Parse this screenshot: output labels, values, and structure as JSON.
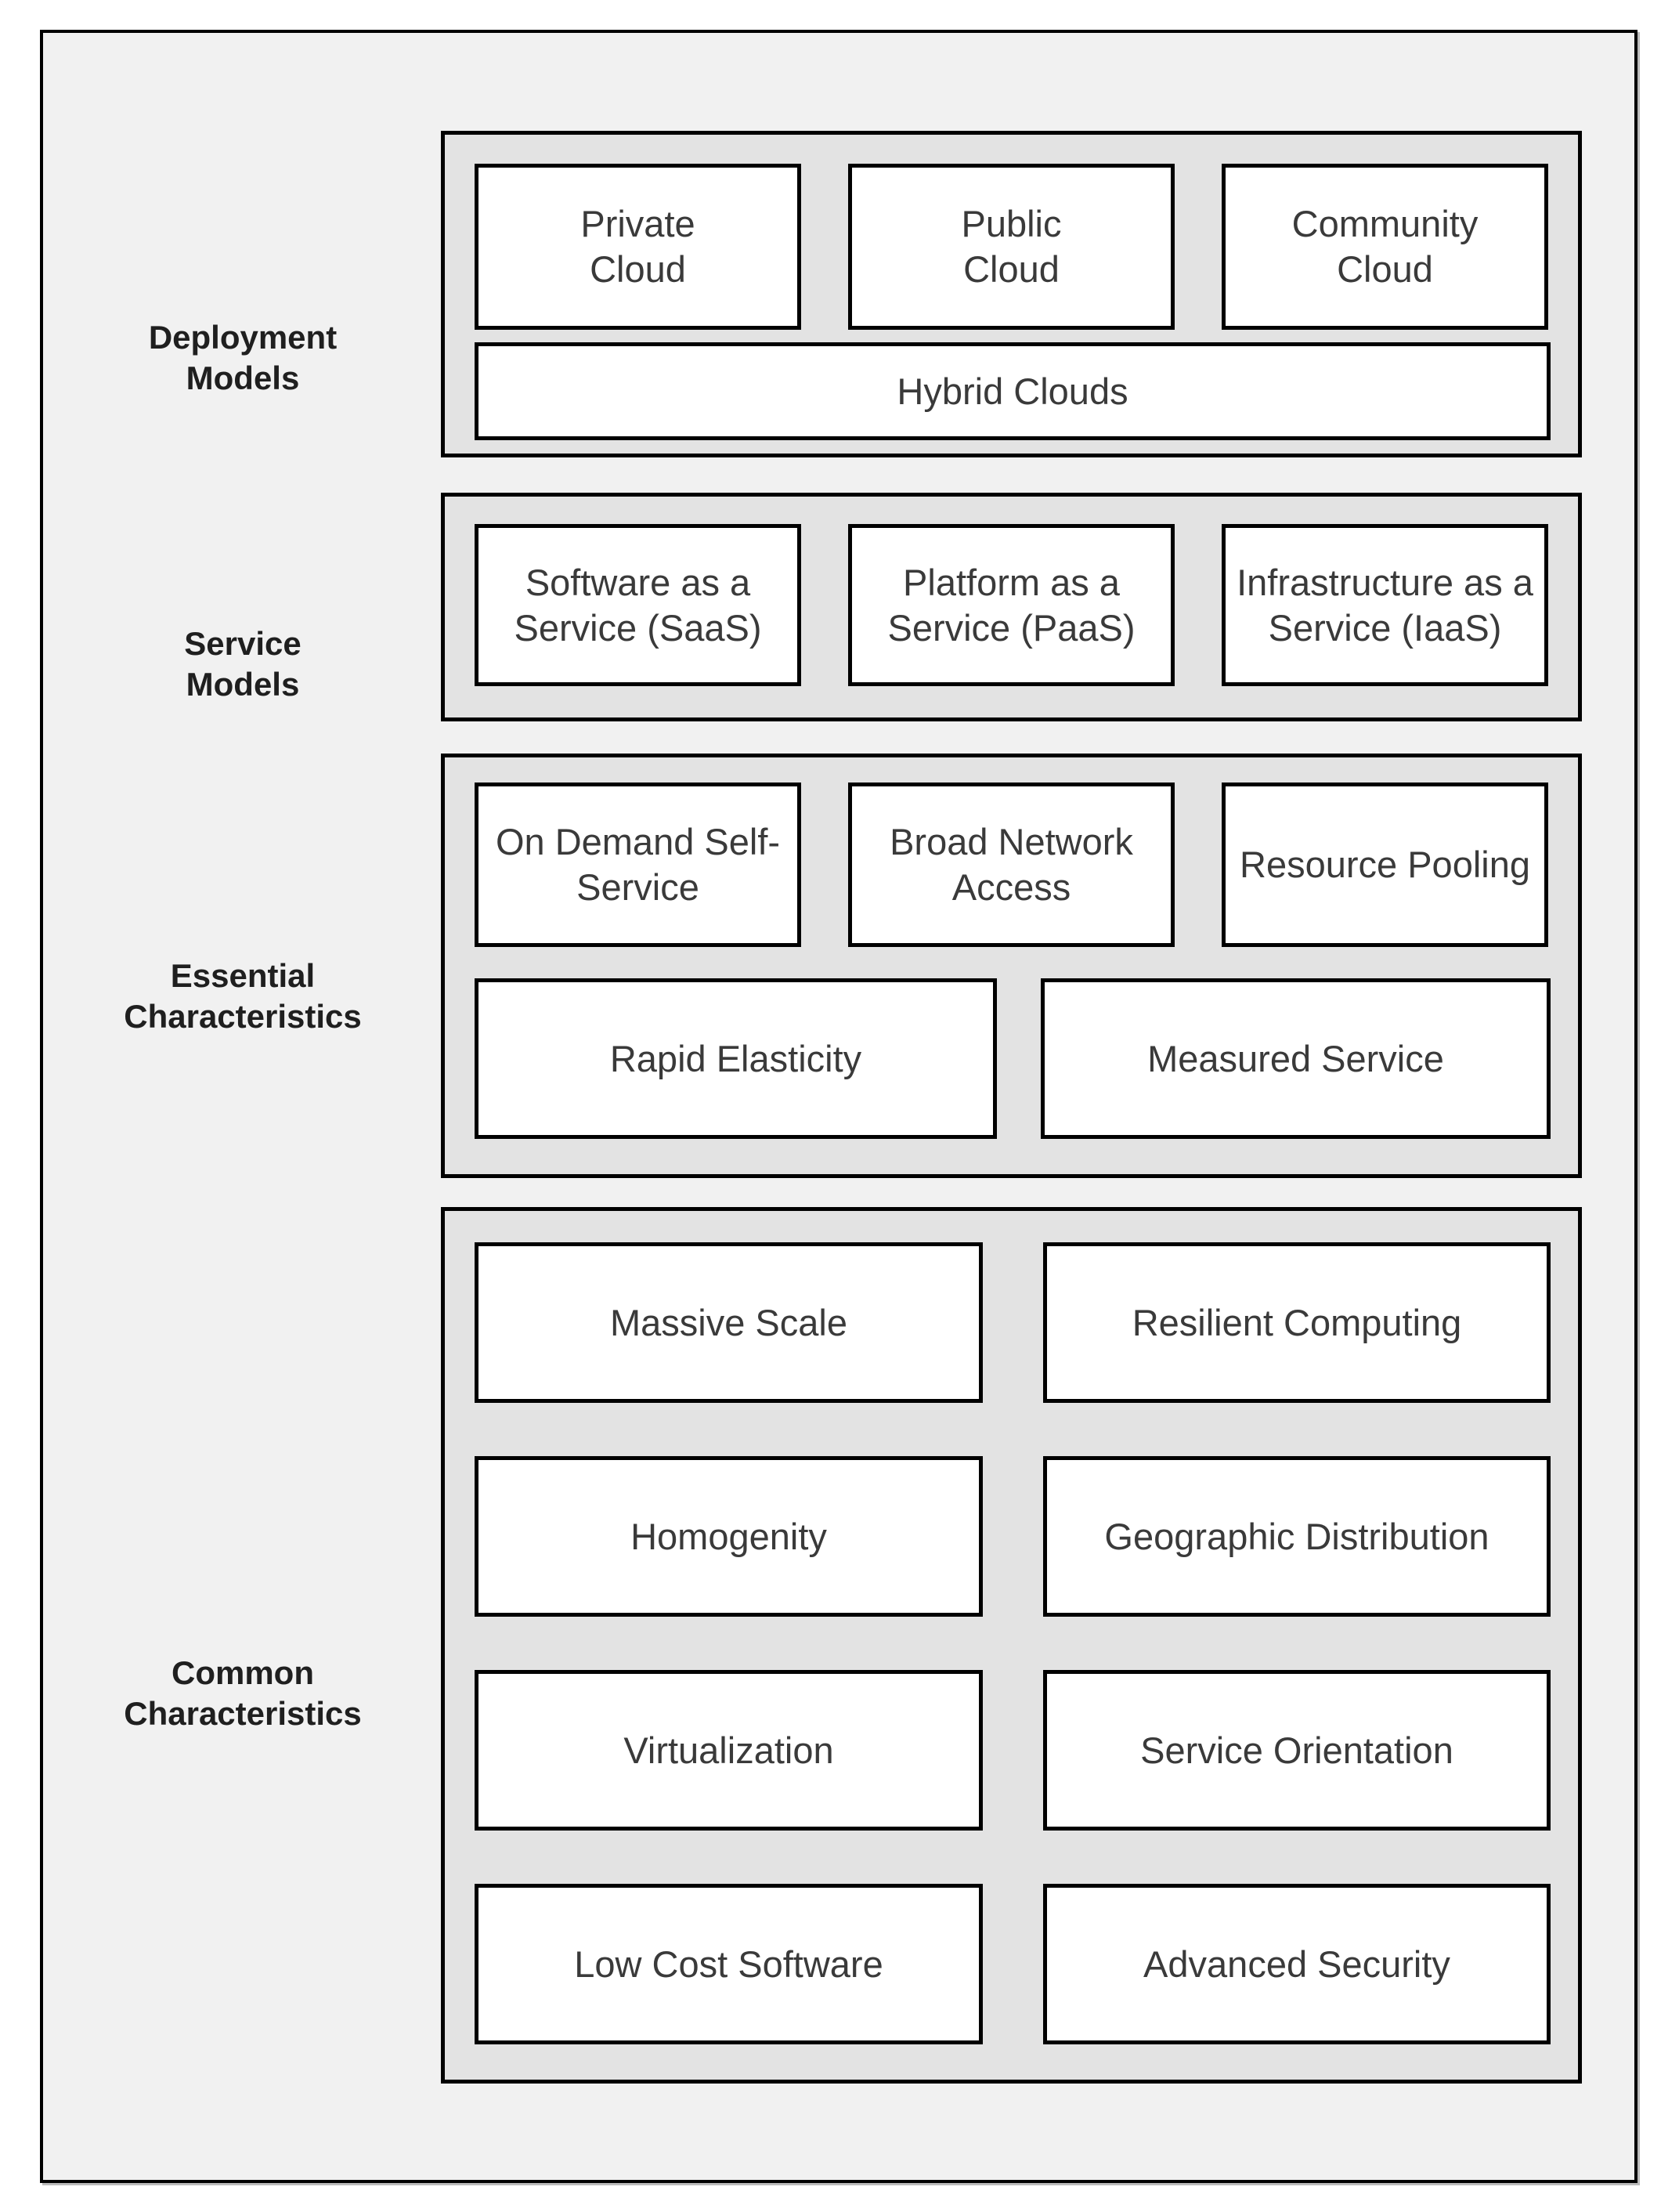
{
  "colors": {
    "canvas_bg": "#ffffff",
    "panel_bg": "#f1f1f1",
    "group_bg": "#e3e3e3",
    "box_bg": "#ffffff",
    "border_color": "#000000",
    "label_text": "#1f1f1f",
    "box_text": "#3a3a3a"
  },
  "sections": [
    {
      "label": "Deployment\nModels",
      "boxes": [
        "Private\nCloud",
        "Public\nCloud",
        "Community\nCloud",
        "Hybrid Clouds"
      ]
    },
    {
      "label": "Service\nModels",
      "boxes": [
        "Software as a\nService (SaaS)",
        "Platform as a\nService (PaaS)",
        "Infrastructure as a\nService (IaaS)"
      ]
    },
    {
      "label": "Essential\nCharacteristics",
      "boxes": [
        "On Demand Self-\nService",
        "Broad Network\nAccess",
        "Resource Pooling",
        "Rapid Elasticity",
        "Measured Service"
      ]
    },
    {
      "label": "Common\nCharacteristics",
      "boxes": [
        "Massive Scale",
        "Resilient Computing",
        "Homogenity",
        "Geographic Distribution",
        "Virtualization",
        "Service Orientation",
        "Low Cost Software",
        "Advanced Security"
      ]
    }
  ]
}
